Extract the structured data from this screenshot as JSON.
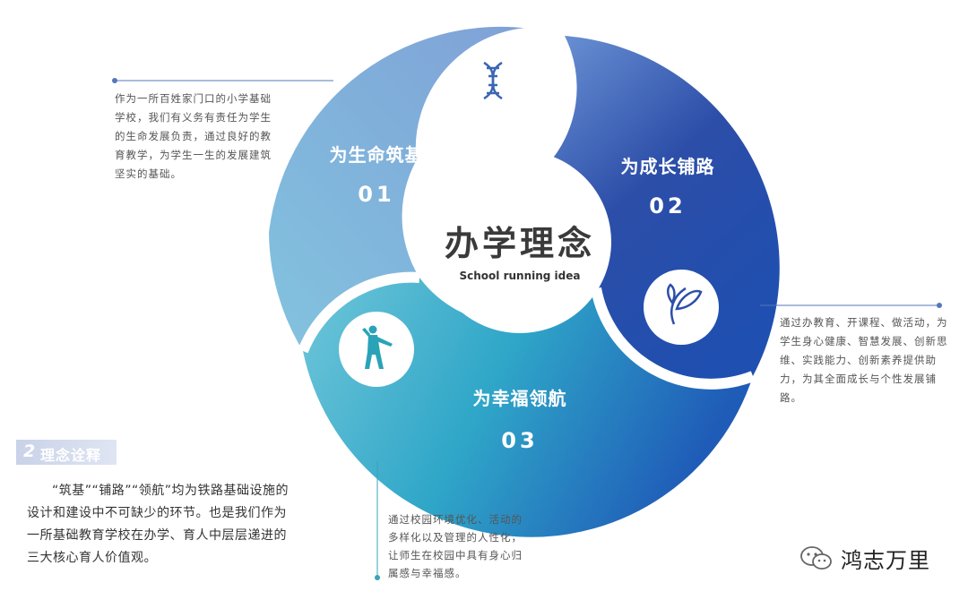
{
  "center": {
    "title": "办学理念",
    "subtitle": "School running idea"
  },
  "segments": [
    {
      "title": "为生命筑基",
      "number": "01",
      "icon": "dna-icon",
      "description": "作为一所百姓家门口的小学基础学校，我们有义务有责任为学生的生命发展负责，通过良好的教育教学，为学生一生的发展建筑坚实的基础。"
    },
    {
      "title": "为成长铺路",
      "number": "02",
      "icon": "sprout-icon",
      "description": "通过办教育、开课程、做活动，为学生身心健康、智慧发展、创新思维、实践能力、创新素养提供助力，为其全面成长与个性发展铺路。"
    },
    {
      "title": "为幸福领航",
      "number": "03",
      "icon": "running-child-icon",
      "description": "通过校园环境优化、活动的多样化以及管理的人性化，让师生在校园中具有身心归属感与幸福感。"
    }
  ],
  "section": {
    "number": "2",
    "title": "理念诠释",
    "body": "“筑基”“铺路”“领航”均为铁路基础设施的设计和建设中不可缺少的环节。也是我们作为一所基础教育学校在办学、育人中层层递进的三大核心育人价值观。"
  },
  "watermark": {
    "brand": "鸿志万里",
    "icon": "wechat-icon"
  },
  "colors": {
    "segment1": [
      "#7db6d9",
      "#8aa6d6"
    ],
    "segment2": [
      "#2a4ea6",
      "#5b86cc"
    ],
    "segment3": [
      "#78c0d8",
      "#2b8fcf"
    ],
    "connector": "#5577bb"
  }
}
